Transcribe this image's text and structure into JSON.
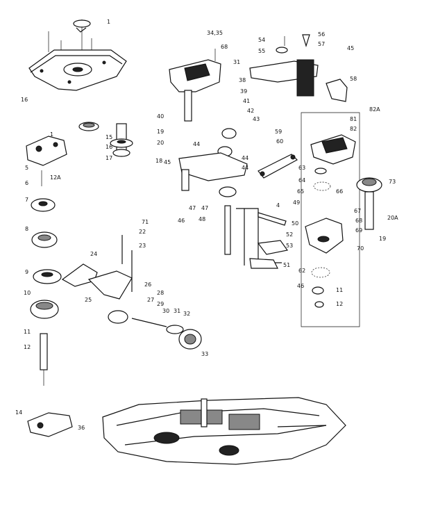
{
  "callouts": [
    "1",
    "1",
    "34,35",
    "68",
    "31",
    "54",
    "56",
    "57",
    "45",
    "55",
    "58",
    "38",
    "39",
    "41",
    "42",
    "43",
    "40",
    "16",
    "19",
    "20",
    "15",
    "16",
    "17",
    "18",
    "6",
    "5",
    "12A",
    "44",
    "44",
    "44",
    "45",
    "59",
    "60",
    "82A",
    "81",
    "82",
    "63",
    "64",
    "73",
    "65",
    "66",
    "49",
    "4",
    "20A",
    "67",
    "68",
    "69",
    "70",
    "19",
    "50",
    "52",
    "53",
    "51",
    "71",
    "22",
    "23",
    "24",
    "25",
    "26",
    "28",
    "27",
    "29",
    "30",
    "31",
    "32",
    "33",
    "7",
    "8",
    "9",
    "10",
    "11",
    "12",
    "14",
    "36",
    "46",
    "47",
    "48",
    "47",
    "11",
    "12",
    "62",
    "46"
  ]
}
